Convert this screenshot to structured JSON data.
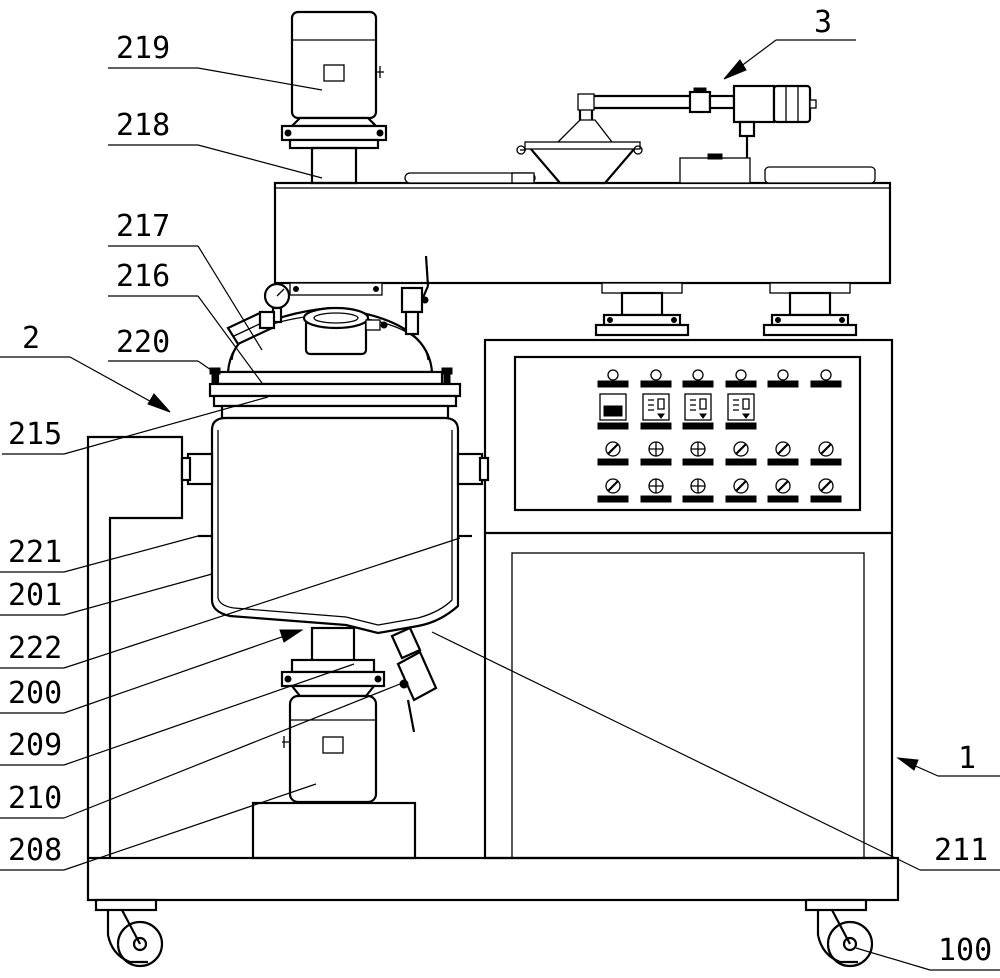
{
  "callouts": [
    {
      "id": "219",
      "text": "219"
    },
    {
      "id": "218",
      "text": "218"
    },
    {
      "id": "3",
      "text": "3"
    },
    {
      "id": "217",
      "text": "217"
    },
    {
      "id": "216",
      "text": "216"
    },
    {
      "id": "2",
      "text": "2"
    },
    {
      "id": "220",
      "text": "220"
    },
    {
      "id": "215",
      "text": "215"
    },
    {
      "id": "221",
      "text": "221"
    },
    {
      "id": "201",
      "text": "201"
    },
    {
      "id": "222",
      "text": "222"
    },
    {
      "id": "200",
      "text": "200"
    },
    {
      "id": "209",
      "text": "209"
    },
    {
      "id": "210",
      "text": "210"
    },
    {
      "id": "208",
      "text": "208"
    },
    {
      "id": "1",
      "text": "1"
    },
    {
      "id": "211",
      "text": "211"
    },
    {
      "id": "100",
      "text": "100"
    }
  ],
  "colors": {
    "line": "#000000",
    "background": "#ffffff"
  }
}
